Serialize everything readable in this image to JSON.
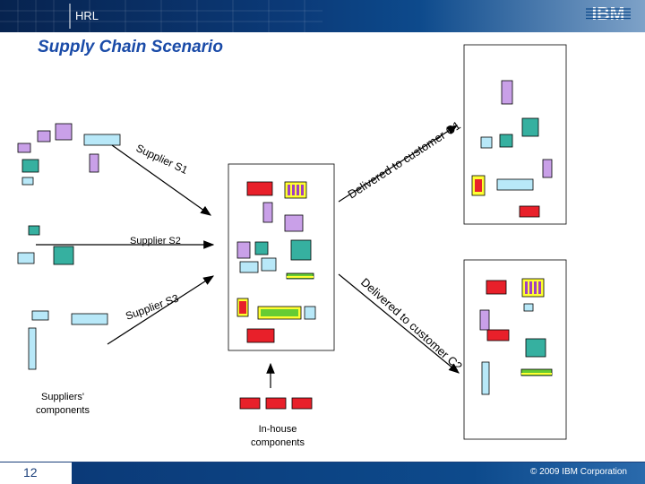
{
  "header": {
    "label": "HRL",
    "logo_text": "IBM"
  },
  "title": "Supply Chain Scenario",
  "labels": {
    "supplier_s1": "Supplier S1",
    "supplier_s2": "Supplier S2",
    "supplier_s3": "Supplier S3",
    "delivered_c1": "Delivered to customer C1",
    "delivered_c2": "Delivered to customer C2",
    "suppliers_components_1": "Suppliers'",
    "suppliers_components_2": "components",
    "inhouse_components_1": "In-house",
    "inhouse_components_2": "components"
  },
  "footer": {
    "page": "12",
    "copyright": "© 2009 IBM Corporation"
  },
  "colors": {
    "purple": "#c9a0e8",
    "teal": "#36b0a0",
    "light_blue": "#b8e8f8",
    "red": "#e8202a",
    "green": "#66cc33",
    "yellow": "#ffff33",
    "title_blue": "#1a4ba8"
  }
}
